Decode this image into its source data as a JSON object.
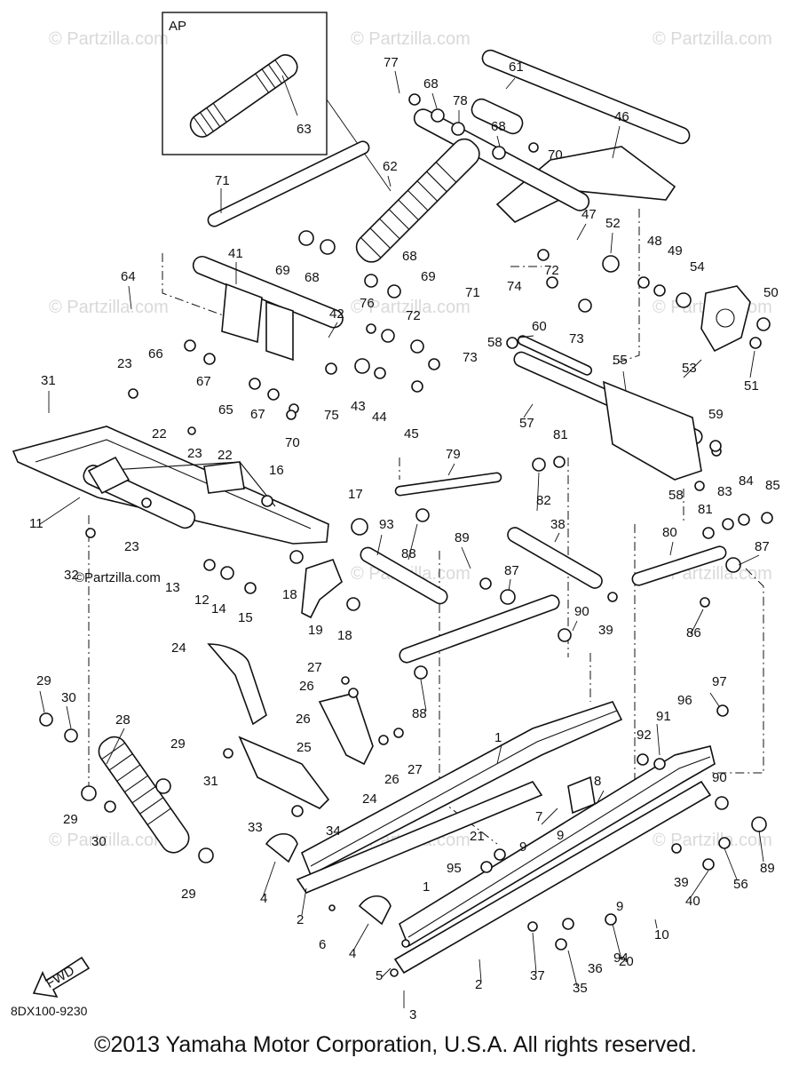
{
  "inset_label": "AP",
  "watermark": "© Partzilla.com",
  "watermark_overlay": "©Partzilla.com",
  "fwd_label": "FWD",
  "diagram_code": "8DX100-9230",
  "copyright": "©2013  Yamaha Motor Corporation, U.S.A. All rights reserved.",
  "callouts": {
    "c1a": "1",
    "c1b": "1",
    "c2a": "2",
    "c2b": "2",
    "c3": "3",
    "c4a": "4",
    "c4b": "4",
    "c5": "5",
    "c6": "6",
    "c7": "7",
    "c8": "8",
    "c9a": "9",
    "c9b": "9",
    "c9c": "9",
    "c10": "10",
    "c11": "11",
    "c12": "12",
    "c13": "13",
    "c14": "14",
    "c15": "15",
    "c16": "16",
    "c17": "17",
    "c18a": "18",
    "c18b": "18",
    "c19": "19",
    "c20": "20",
    "c21": "21",
    "c22a": "22",
    "c22b": "22",
    "c23a": "23",
    "c23b": "23",
    "c23c": "23",
    "c24a": "24",
    "c24b": "24",
    "c25": "25",
    "c26a": "26",
    "c26b": "26",
    "c26c": "26",
    "c27a": "27",
    "c27b": "27",
    "c28": "28",
    "c29a": "29",
    "c29b": "29",
    "c29c": "29",
    "c29d": "29",
    "c30a": "30",
    "c30b": "30",
    "c31a": "31",
    "c31b": "31",
    "c32": "32",
    "c33": "33",
    "c34": "34",
    "c35": "35",
    "c36": "36",
    "c37": "37",
    "c38": "38",
    "c39a": "39",
    "c39b": "39",
    "c40": "40",
    "c41": "41",
    "c42": "42",
    "c43": "43",
    "c44": "44",
    "c45": "45",
    "c46": "46",
    "c47": "47",
    "c48": "48",
    "c49": "49",
    "c50": "50",
    "c51": "51",
    "c52": "52",
    "c53": "53",
    "c54": "54",
    "c55": "55",
    "c56": "56",
    "c57": "57",
    "c58a": "58",
    "c58b": "58",
    "c59": "59",
    "c60": "60",
    "c61": "61",
    "c62": "62",
    "c63": "63",
    "c64": "64",
    "c65": "65",
    "c66": "66",
    "c67a": "67",
    "c67b": "67",
    "c68a": "68",
    "c68b": "68",
    "c68c": "68",
    "c68d": "68",
    "c69a": "69",
    "c69b": "69",
    "c70a": "70",
    "c70b": "70",
    "c71a": "71",
    "c71b": "71",
    "c72a": "72",
    "c72b": "72",
    "c73a": "73",
    "c73b": "73",
    "c74": "74",
    "c75": "75",
    "c76": "76",
    "c77": "77",
    "c78": "78",
    "c79": "79",
    "c80": "80",
    "c81a": "81",
    "c81b": "81",
    "c82": "82",
    "c83": "83",
    "c84": "84",
    "c85": "85",
    "c86": "86",
    "c87a": "87",
    "c87b": "87",
    "c88a": "88",
    "c88b": "88",
    "c89a": "89",
    "c89b": "89",
    "c90a": "90",
    "c90b": "90",
    "c91": "91",
    "c92": "92",
    "c93": "93",
    "c94": "94",
    "c95": "95",
    "c96": "96",
    "c97": "97"
  }
}
